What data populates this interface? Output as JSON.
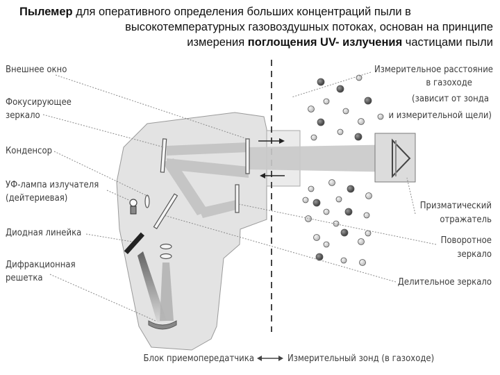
{
  "title": {
    "line1_bold": "Пылемер",
    "line1_rest": " для оперативного определения больших концентраций пыли в",
    "line2": "высокотемпературных газовоздушных потоках, основан на принципе",
    "line3_pre": "измерения ",
    "line3_bold": "поглощения UV- излучения",
    "line3_post": " частицами пыли"
  },
  "labels_left": {
    "outer_window": "Внешнее окно",
    "focusing_mirror_1": "Фокусирующее",
    "focusing_mirror_2": "зеркало",
    "condenser": "Конденсор",
    "uv_lamp_1": "УФ-лампа излучателя",
    "uv_lamp_2": "(дейтериевая)",
    "diode_array": "Диодная линейка",
    "grating_1": "Дифракционная",
    "grating_2": "решетка"
  },
  "labels_right": {
    "measuring_distance_1": "Измерительное расстояние",
    "measuring_distance_2": "в газоходе",
    "measuring_distance_3": "(зависит от зонда",
    "measuring_distance_4": "и измерительной щели)",
    "prism_1": "Призматический",
    "prism_2": "отражатель",
    "rotating_mirror_1": "Поворотное",
    "rotating_mirror_2": "зеркало",
    "splitter_mirror": "Делительное зеркало"
  },
  "labels_bottom": {
    "transceiver": "Блок приемопередатчика",
    "probe": "Измерительный зонд (в газоходе)"
  },
  "colors": {
    "housing": "#e3e3e3",
    "beam": "#c4c4c4",
    "leader": "#8a8a8a",
    "particle_dark": "#555555"
  }
}
